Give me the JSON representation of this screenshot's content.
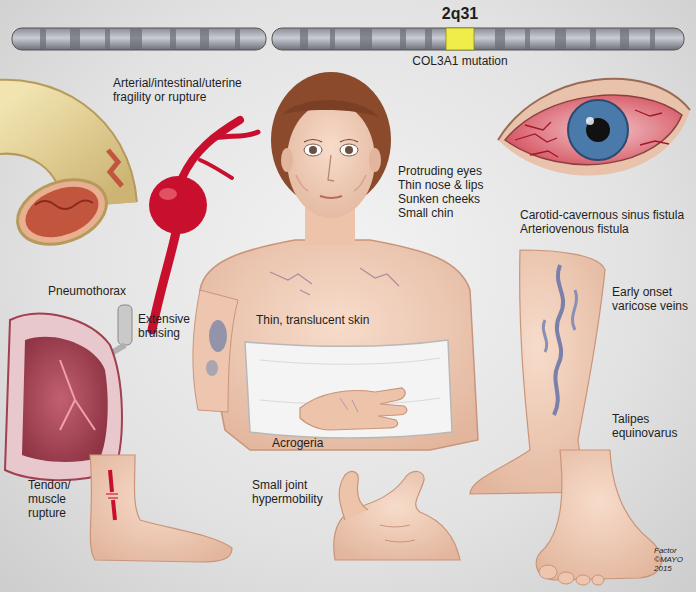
{
  "diagram": {
    "labels": [
      "2q31",
      "COL3A1 mutation",
      "Arterial/intestinal/uterine fragility or rupture",
      "Protruding eyes",
      "Thin nose & lips",
      "Sunken cheeks",
      "Small chin",
      "Carotid-cavernous sinus fistula",
      "Arteriovenous fistula",
      "Pneumothorax",
      "Extensive bruising",
      "Thin, translucent skin",
      "Early onset varicose veins",
      "Acrogeria",
      "Talipes equinovarus",
      "Tendon/ muscle rupture",
      "Small joint hypermobility",
      "Factor ©MAYO 2015"
    ]
  }
}
